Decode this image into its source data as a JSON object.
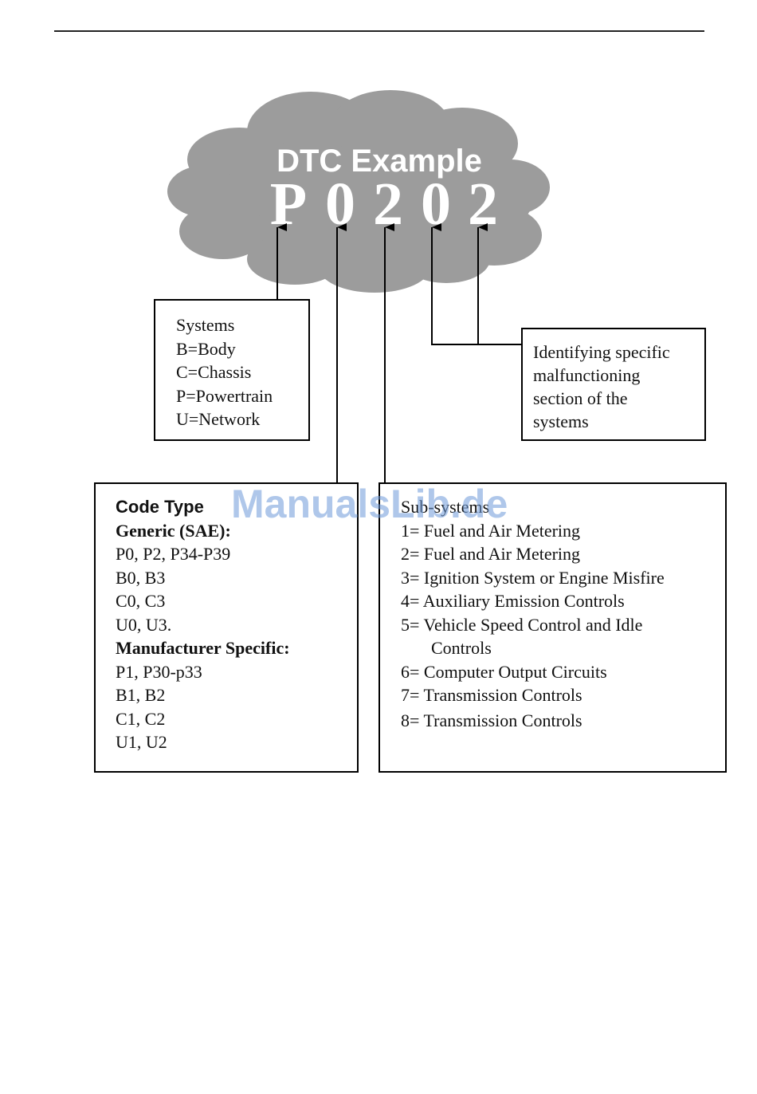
{
  "cloud": {
    "title": "DTC Example",
    "code_chars": [
      "P",
      "0",
      "2",
      "0",
      "2"
    ]
  },
  "systems_box": {
    "heading": "Systems",
    "lines": [
      "B=Body",
      "C=Chassis",
      "P=Powertrain",
      "U=Network"
    ]
  },
  "identifying_box": {
    "lines": [
      "Identifying specific",
      "malfunctioning",
      "section of the",
      "systems"
    ]
  },
  "code_type_box": {
    "heading": "Code Type",
    "generic_heading": "Generic (SAE):",
    "generic_lines": [
      "P0, P2, P34-P39",
      "B0, B3",
      "C0, C3",
      "U0, U3."
    ],
    "manufacturer_heading": "Manufacturer Specific:",
    "manufacturer_lines": [
      "P1, P30-p33",
      "B1, B2",
      "C1, C2",
      "U1, U2"
    ]
  },
  "subsystems_box": {
    "heading": "Sub-systems",
    "lines": [
      "1= Fuel and Air Metering",
      "2= Fuel and Air Metering",
      "3= Ignition System or Engine Misfire",
      "4= Auxiliary Emission Controls",
      "5= Vehicle Speed Control and Idle",
      "Controls",
      "6= Computer Output Circuits",
      "7= Transmission Controls",
      "8= Transmission Controls"
    ]
  },
  "watermark": "ManualsLib.de",
  "colors": {
    "cloud": "#9c9c9c",
    "cloud_text": "#ffffff",
    "watermark": "#6f9bd9"
  }
}
